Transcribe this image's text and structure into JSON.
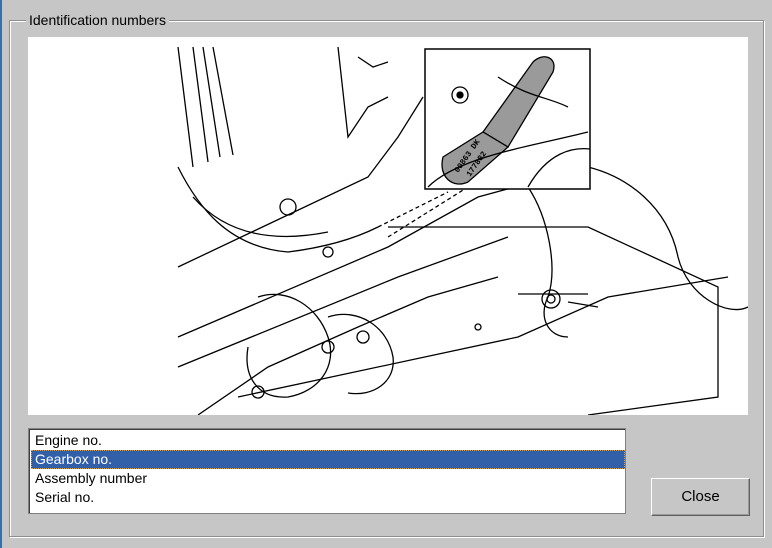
{
  "group_title": "Identification numbers",
  "illustration": {
    "tag_text": "00863 DK 177882",
    "description_icon": "gearbox-identification-plate-illustration"
  },
  "list": {
    "items": [
      "Engine no.",
      "Gearbox no.",
      "Assembly number",
      "Serial no."
    ],
    "selected_index": 1
  },
  "buttons": {
    "close": "Close"
  },
  "colors": {
    "selection": "#3160a9",
    "window": "#c6c6c6"
  }
}
